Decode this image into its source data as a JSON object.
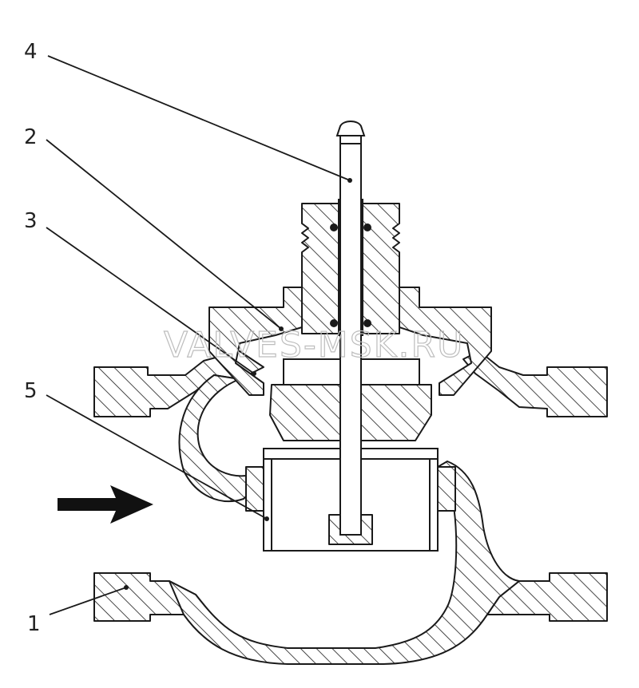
{
  "callouts": [
    {
      "id": "1",
      "label": "1"
    },
    {
      "id": "2",
      "label": "2"
    },
    {
      "id": "3",
      "label": "3"
    },
    {
      "id": "4",
      "label": "4"
    },
    {
      "id": "5",
      "label": "5"
    }
  ],
  "watermark": "VALVES-MSK.RU",
  "flow_arrow_icon": "right-arrow-icon",
  "colors": {
    "line": "#1a1a1a",
    "watermark": "#bdbdbd",
    "background": "#ffffff"
  }
}
